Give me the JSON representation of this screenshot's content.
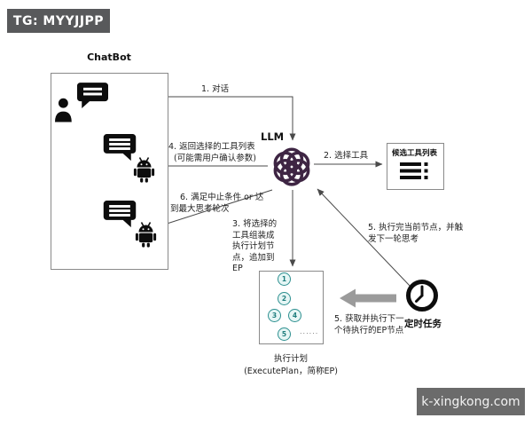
{
  "badge": {
    "text": "TG: MYYJJPP"
  },
  "watermark": {
    "text": "k-xingkong.com"
  },
  "chatbot": {
    "title": "ChatBot"
  },
  "llm": {
    "label": "LLM"
  },
  "tool_list_box": {
    "title": "候选工具列表"
  },
  "timer": {
    "label": "定时任务"
  },
  "ep": {
    "caption_line1": "执行计划",
    "caption_line2": "(ExecutePlan，简称EP)",
    "nodes": [
      "1",
      "2",
      "3",
      "4",
      "5"
    ],
    "ellipsis": "......"
  },
  "labels": {
    "step1": "1. 对话",
    "step2": "2. 选择工具",
    "step3": "3. 将选择的\n工具组装成\n执行计划节\n点，追加到\nEP",
    "step4_line1": "4. 返回选择的工具列表",
    "step4_line2": "(可能需用户确认参数)",
    "step5_right_line1": "5. 执行完当前节点，并触",
    "step5_right_line2": "发下一轮思考",
    "step5_bottom_line1": "5. 获取并执行下一",
    "step5_bottom_line2": "个待执行的EP节点",
    "step6_line1": "6. 满足中止条件 or 达",
    "step6_line2": "到最大思考轮次"
  },
  "icons": {
    "person": "person-icon",
    "chat_bubble": "chat-bubble-icon",
    "android": "android-robot-icon",
    "openai": "openai-logo-icon",
    "tool_list": "list-icon",
    "clock": "clock-icon",
    "big_arrow": "big-left-arrow-icon"
  },
  "colors": {
    "badge_bg": "#58595b",
    "watermark_bg": "#6b6b6b",
    "line": "#4a4a4a",
    "box_border": "#8a8a8a",
    "openai_logo": "#3e2543",
    "node_border": "#2e9090",
    "node_fill": "#e6f6f5",
    "big_arrow": "#9b9b9b"
  }
}
